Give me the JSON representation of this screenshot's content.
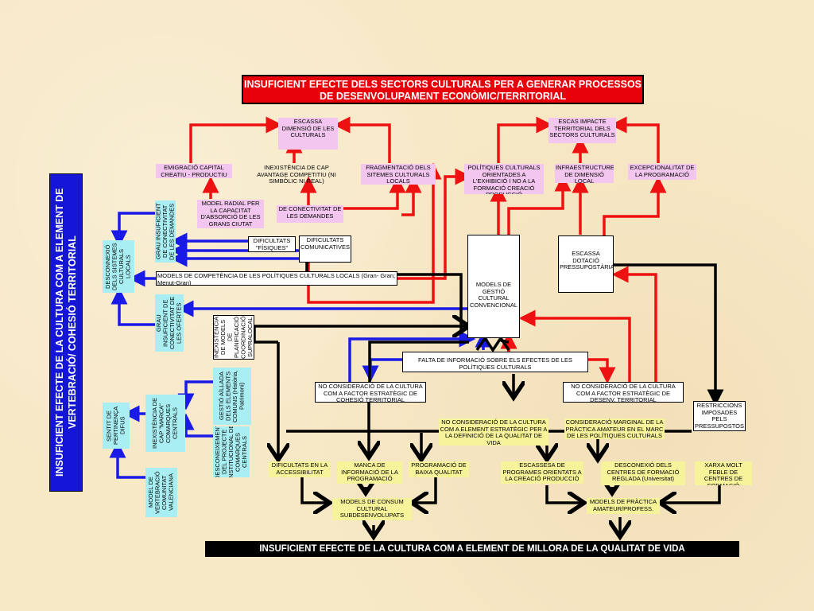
{
  "titles": {
    "top": "INSUFICIENT EFECTE DELS SECTORS CULTURALS PER A GENERAR PROCESSOS DE DESENVOLUPAMENT ECONÒMIC/TERRITORIAL",
    "left": "INSUFICIENT EFECTE DE LA CULTURA COM A ELEMENT DE VERTEBRACIÓ/ COHESIÓ TERRITORIAL",
    "bottom": "INSUFICIENT EFECTE DE LA CULTURA COM A ELEMENT DE MILLORA DE LA QUALITAT DE VIDA"
  },
  "nodes": {
    "escassa_dimensio": "ESCASSA DIMENSIÓ DE LES CULTURALS",
    "escas_impacte": "ESCAS IMPACTE TERRITORIAL DELS SECTORS CULTURALS",
    "emigracio": "EMIGRACIÓ CAPITAL CREATIU - PRODUCTIU",
    "inexistencia_cap": "INEXISTÈNCIA DE CAP AVANTAGE COMPETITIU (NI SIMBÒLIC NI REAL)",
    "fragmentacio": "FRAGMENTACIÓ DELS SITEMES CULTURALS LOCALS",
    "politiques_culturals": "POLÍTIQUES CULTURALS ORIENTADES A L'EXHIBICIÓ I NO A LA FORMACIÓ CREACIÓ PRODUCCIÓ",
    "infraestructures": "INFRAESTRUCTURES DE DIMENSIÓ LOCAL",
    "excepcionalitat": "EXCEPCIONALITAT DE LA PROGRAMACIÓ",
    "model_radial": "MODEL RADIAL PER LA CAPACITAT D'ABSORCIÓ DE LES GRANS CIUTAT",
    "de_conectivitat": "DE CONECTIVITAT DE LES DEMANDES",
    "dificultats_fisiques": "DIFICULTATS \"FÍSIQUES\"",
    "dificultats_comunicatives": "DIFICULTATS COMUNICATIVES",
    "escassa_dotacio": "ESCASSA DOTACIÓ PRESSUPOSTÀRIA",
    "models_competencia": "MODELS DE COMPETÈNCIA DE LES POLÍTIQUES CULTURALS LOCALS (Gran- Gran; Menut-Gran)",
    "models_gestio": "MODELS DE GESTIÓ CULTURAL CONVENCIONAL",
    "grau_insuficient_demandes": "GRAU INSUFICIENT DE CONECTIVITAT DE LES DEMANDES",
    "desconnexio_sistemes": "DESCONNEXIÓ DELS SISTEMES CULTURALS LOCALS",
    "grau_insuficient_ofertes": "GRAU INSUFICIENT DE CONECTIVITAT DE LES OFERTES",
    "inexistencia_models": "INEXISTÈNCIA DE MODELS DE PLANIFICACIÓ COORDINACIÓ SUPRALOCAL",
    "gestio_aillada": "GESTIÓ AÏLLADA DELS ELEMENTS COMUNS (Història, Patrimoni)",
    "inexistencia_marca": "INEXISTÈNCIA DE CAP \"MARCA\" COMARQUES CENTRALS",
    "sentit_pertinenca": "SENTIT DE PERTINENÇA DIFUS",
    "desconeixement_projecte": "DESCONEIXEMENT DEL PROJECTE INSTITUCIONAL DE COMARQUES CENTRALS",
    "model_vertebracio": "MODEL DE VERTEBRACIÓ COMUNITAT VALENCIANA",
    "falta_informacio": "FALTA DE INFORMACIÓ SOBRE ELS EFECTES DE LES POLÍTIQUES CULTURALS",
    "no_consideracio_cohesio": "NO CONSIDERACIÓ DE LA CULTURA COM A FACTOR ESTRATÈGIC DE COHESIÓ TERRITORIAL",
    "no_consideracio_desenv": "NO CONSIDERACIÓ DE LA CULTURA COM A FACTOR ESTRATÈGIC DE DESENV. TERRITORIAL",
    "restriccions": "RESTRICCIONS IMPOSADES PELS PRESSUPOSTOS",
    "no_consideracio_qualitat": "NO CONSIDERACIÓ DE LA CULTURA COM A ELEMENT ESTRATÈGIC PER A LA DEFINICIÓ DE LA QUALITAT DE VIDA",
    "consideracio_marginal": "CONSIDERACIÓ MARGINAL DE LA PRÀCTICA AMATEUR EN EL MARC DE LES POLÍTIQUES CULTURALS",
    "dificultats_accessibilitat": "DIFICULTATS EN LA ACCESSIBILITAT",
    "manca_informacio": "MANCA DE INFORMACIÓ DE LA PROGRAMACIÓ",
    "programacio_baixa": "PROGRAMACIÓ DE BAIXA QUALITAT",
    "escassesa_programes": "ESCASSESA DE PROGRAMES ORIENTATS A LA CREACIÓ PRODUCCIÓ",
    "desconexio_centres": "DESCONEXIÓ DELS CENTRES DE FORMACIÓ REGLADA (Universitat)",
    "xarxa_feble": "XARXA MOLT FEBLE DE CENTRES DE FORMACIÓ",
    "models_consum": "MODELS DE CONSUM CULTURAL SUBDESENVOLUPATS",
    "models_practica": "MODELS DE PRÀCTICA AMATEUR/PROFESS."
  },
  "colors": {
    "red": "#ee1111",
    "blue": "#1a1ae6",
    "black": "#000000"
  }
}
